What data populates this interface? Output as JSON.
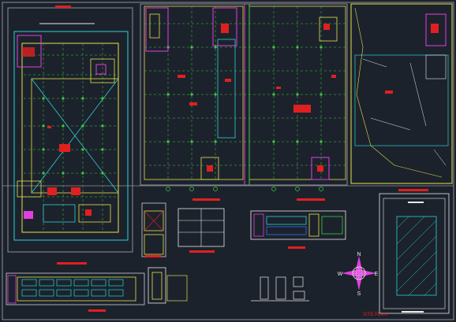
{
  "drawing": {
    "background": "#1c222c",
    "palette": {
      "cyan": "#2ad4d4",
      "green": "#3ccd3c",
      "yellow": "#e6e04a",
      "red": "#e02020",
      "magenta": "#e040e0",
      "white": "#e8e8e8",
      "grey": "#8a8f99",
      "blue": "#3b6cf0"
    }
  },
  "compass": {
    "north": "N",
    "south": "S",
    "east": "E",
    "west": "W"
  },
  "site_plan_label": "SITE PLAN",
  "icons": [
    "compass-rose-icon"
  ]
}
